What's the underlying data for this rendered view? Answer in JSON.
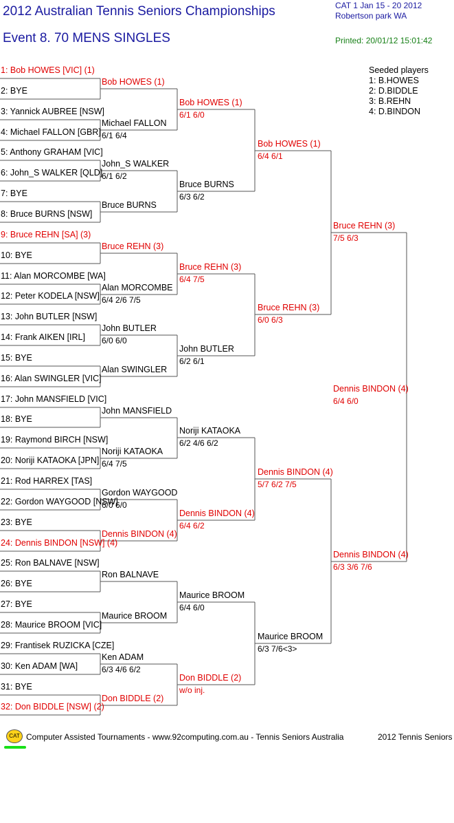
{
  "header": {
    "title": "2012 Australian Tennis Seniors Championships",
    "event": "Event 8. 70 MENS SINGLES",
    "cat_dates": "CAT 1   Jan 15 - 20 2012",
    "venue": "Robertson park   WA",
    "printed": "Printed: 20/01/12 15:01:42"
  },
  "seeded": {
    "heading": "Seeded players",
    "items": [
      "1: B.HOWES",
      "2: D.BIDDLE",
      "3: B.REHN",
      "4: D.BINDON"
    ]
  },
  "colors": {
    "seeded_red": "#e00000",
    "title_blue": "#1a1aa0",
    "printed_green": "#178017"
  },
  "round1": [
    {
      "text": "1: Bob HOWES [VIC] (1)",
      "seeded": true
    },
    {
      "text": "2: BYE",
      "seeded": false
    },
    {
      "text": "3: Yannick AUBREE [NSW]",
      "seeded": false
    },
    {
      "text": "4: Michael FALLON [GBR]",
      "seeded": false
    },
    {
      "text": "5: Anthony GRAHAM [VIC]",
      "seeded": false
    },
    {
      "text": "6: John_S WALKER [QLD]",
      "seeded": false
    },
    {
      "text": "7: BYE",
      "seeded": false
    },
    {
      "text": "8: Bruce BURNS [NSW]",
      "seeded": false
    },
    {
      "text": "9: Bruce REHN [SA] (3)",
      "seeded": true
    },
    {
      "text": "10: BYE",
      "seeded": false
    },
    {
      "text": "11: Alan MORCOMBE [WA]",
      "seeded": false
    },
    {
      "text": "12: Peter KODELA [NSW]",
      "seeded": false
    },
    {
      "text": "13: John BUTLER [NSW]",
      "seeded": false
    },
    {
      "text": "14: Frank AIKEN [IRL]",
      "seeded": false
    },
    {
      "text": "15: BYE",
      "seeded": false
    },
    {
      "text": "16: Alan SWINGLER [VIC]",
      "seeded": false
    },
    {
      "text": "17: John MANSFIELD [VIC]",
      "seeded": false
    },
    {
      "text": "18: BYE",
      "seeded": false
    },
    {
      "text": "19: Raymond BIRCH [NSW]",
      "seeded": false
    },
    {
      "text": "20: Noriji KATAOKA [JPN]",
      "seeded": false
    },
    {
      "text": "21: Rod HARREX [TAS]",
      "seeded": false
    },
    {
      "text": "22: Gordon WAYGOOD [NSW]",
      "seeded": false
    },
    {
      "text": "23: BYE",
      "seeded": false
    },
    {
      "text": "24: Dennis BINDON [NSW] (4)",
      "seeded": true
    },
    {
      "text": "25: Ron BALNAVE [NSW]",
      "seeded": false
    },
    {
      "text": "26: BYE",
      "seeded": false
    },
    {
      "text": "27: BYE",
      "seeded": false
    },
    {
      "text": "28: Maurice BROOM [VIC]",
      "seeded": false
    },
    {
      "text": "29: Frantisek RUZICKA [CZE]",
      "seeded": false
    },
    {
      "text": "30: Ken ADAM [WA]",
      "seeded": false
    },
    {
      "text": "31: BYE",
      "seeded": false
    },
    {
      "text": "32: Don BIDDLE [NSW] (2)",
      "seeded": true
    }
  ],
  "round2": [
    {
      "name": "Bob HOWES (1)",
      "score": "",
      "seeded": true
    },
    {
      "name": "Michael FALLON",
      "score": "6/1 6/4",
      "seeded": false
    },
    {
      "name": "John_S WALKER",
      "score": "6/1 6/2",
      "seeded": false
    },
    {
      "name": "Bruce BURNS",
      "score": "",
      "seeded": false
    },
    {
      "name": "Bruce REHN (3)",
      "score": "",
      "seeded": true
    },
    {
      "name": "Alan MORCOMBE",
      "score": "6/4 2/6 7/5",
      "seeded": false
    },
    {
      "name": "John BUTLER",
      "score": "6/0 6/0",
      "seeded": false
    },
    {
      "name": "Alan SWINGLER",
      "score": "",
      "seeded": false
    },
    {
      "name": "John MANSFIELD",
      "score": "",
      "seeded": false
    },
    {
      "name": "Noriji KATAOKA",
      "score": "6/4 7/5",
      "seeded": false
    },
    {
      "name": "Gordon WAYGOOD",
      "score": "6/0 6/0",
      "seeded": false
    },
    {
      "name": "Dennis BINDON (4)",
      "score": "",
      "seeded": true
    },
    {
      "name": "Ron BALNAVE",
      "score": "",
      "seeded": false
    },
    {
      "name": "Maurice BROOM",
      "score": "",
      "seeded": false
    },
    {
      "name": "Ken ADAM",
      "score": "6/3 4/6 6/2",
      "seeded": false
    },
    {
      "name": "Don BIDDLE (2)",
      "score": "",
      "seeded": true
    }
  ],
  "round3": [
    {
      "name": "Bob HOWES (1)",
      "score": "6/1 6/0",
      "seeded": true
    },
    {
      "name": "Bruce BURNS",
      "score": "6/3 6/2",
      "seeded": false
    },
    {
      "name": "Bruce REHN (3)",
      "score": "6/4 7/5",
      "seeded": true
    },
    {
      "name": "John BUTLER",
      "score": "6/2 6/1",
      "seeded": false
    },
    {
      "name": "Noriji KATAOKA",
      "score": "6/2 4/6 6/2",
      "seeded": false
    },
    {
      "name": "Dennis BINDON (4)",
      "score": "6/4 6/2",
      "seeded": true
    },
    {
      "name": "Maurice BROOM",
      "score": "6/4 6/0",
      "seeded": false
    },
    {
      "name": "Don BIDDLE (2)",
      "score": "w/o inj.",
      "seeded": true
    }
  ],
  "round4": [
    {
      "name": "Bob HOWES (1)",
      "score": "6/4 6/1",
      "seeded": true
    },
    {
      "name": "Bruce REHN (3)",
      "score": "6/0 6/3",
      "seeded": true
    },
    {
      "name": "Dennis BINDON (4)",
      "score": "5/7 6/2 7/5",
      "seeded": true
    },
    {
      "name": "Maurice BROOM",
      "score": "6/3 7/6<3>",
      "seeded": false
    }
  ],
  "round5": [
    {
      "name": "Bruce REHN (3)",
      "score": "7/5 6/3",
      "seeded": true
    },
    {
      "name": "Dennis BINDON (4)",
      "score": "6/3 3/6 7/6",
      "seeded": true
    }
  ],
  "final": {
    "name": "Dennis BINDON (4)",
    "score": "6/4 6/0",
    "seeded": true
  },
  "footer": {
    "logo": "CAT",
    "credit": "Computer Assisted Tournaments - www.92computing.com.au -  Tennis Seniors Australia",
    "right": "2012 Tennis Seniors"
  }
}
